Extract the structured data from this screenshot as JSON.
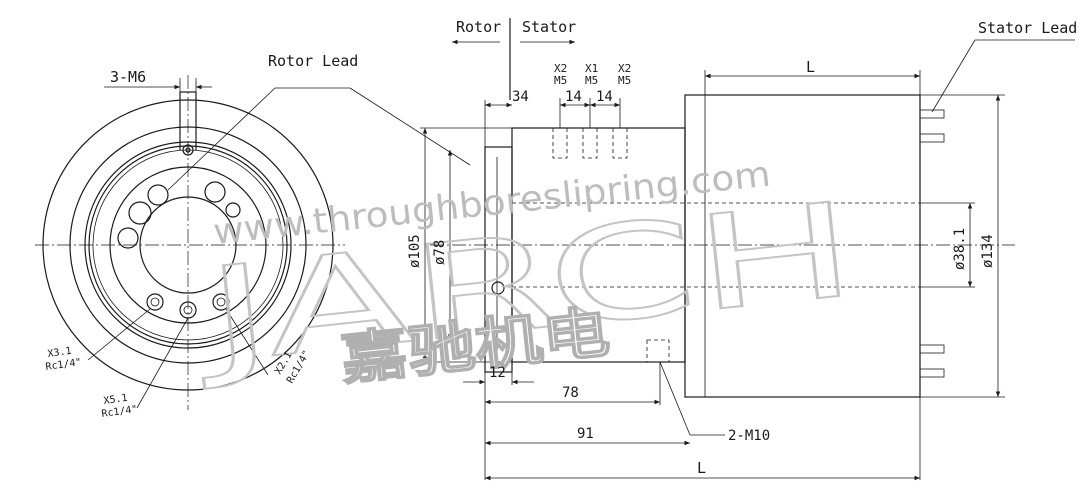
{
  "labels": {
    "thread_top": "3-M6",
    "rotor_lead": "Rotor Lead",
    "rotor": "Rotor",
    "stator": "Stator",
    "stator_lead": "Stator Lead",
    "dim_34": "34",
    "dim_14a": "14",
    "dim_14b": "14",
    "port_a": "X2",
    "port_a_thread": "M5",
    "port_b": "X1",
    "port_b_thread": "M5",
    "port_c": "X2",
    "port_c_thread": "M5",
    "dim_l_top": "L",
    "dim_105": "ø105",
    "dim_78d": "ø78",
    "dim_38": "ø38.1",
    "dim_134": "ø134",
    "dim_12": "12",
    "dim_78": "78",
    "dim_91": "91",
    "thread_side": "2-M10",
    "dim_l_bottom": "L",
    "port_x31": "X3.1",
    "port_x31_thread": "Rc1/4\"",
    "port_x51": "X5.1",
    "port_x51_thread": "Rc1/4\"",
    "port_x21": "X2.1",
    "port_x21_thread": "Rc1/4\""
  },
  "watermark": {
    "url": "www.throughboreslipring.com",
    "brand": "JARCH",
    "chinese": "嘉驰机电"
  }
}
